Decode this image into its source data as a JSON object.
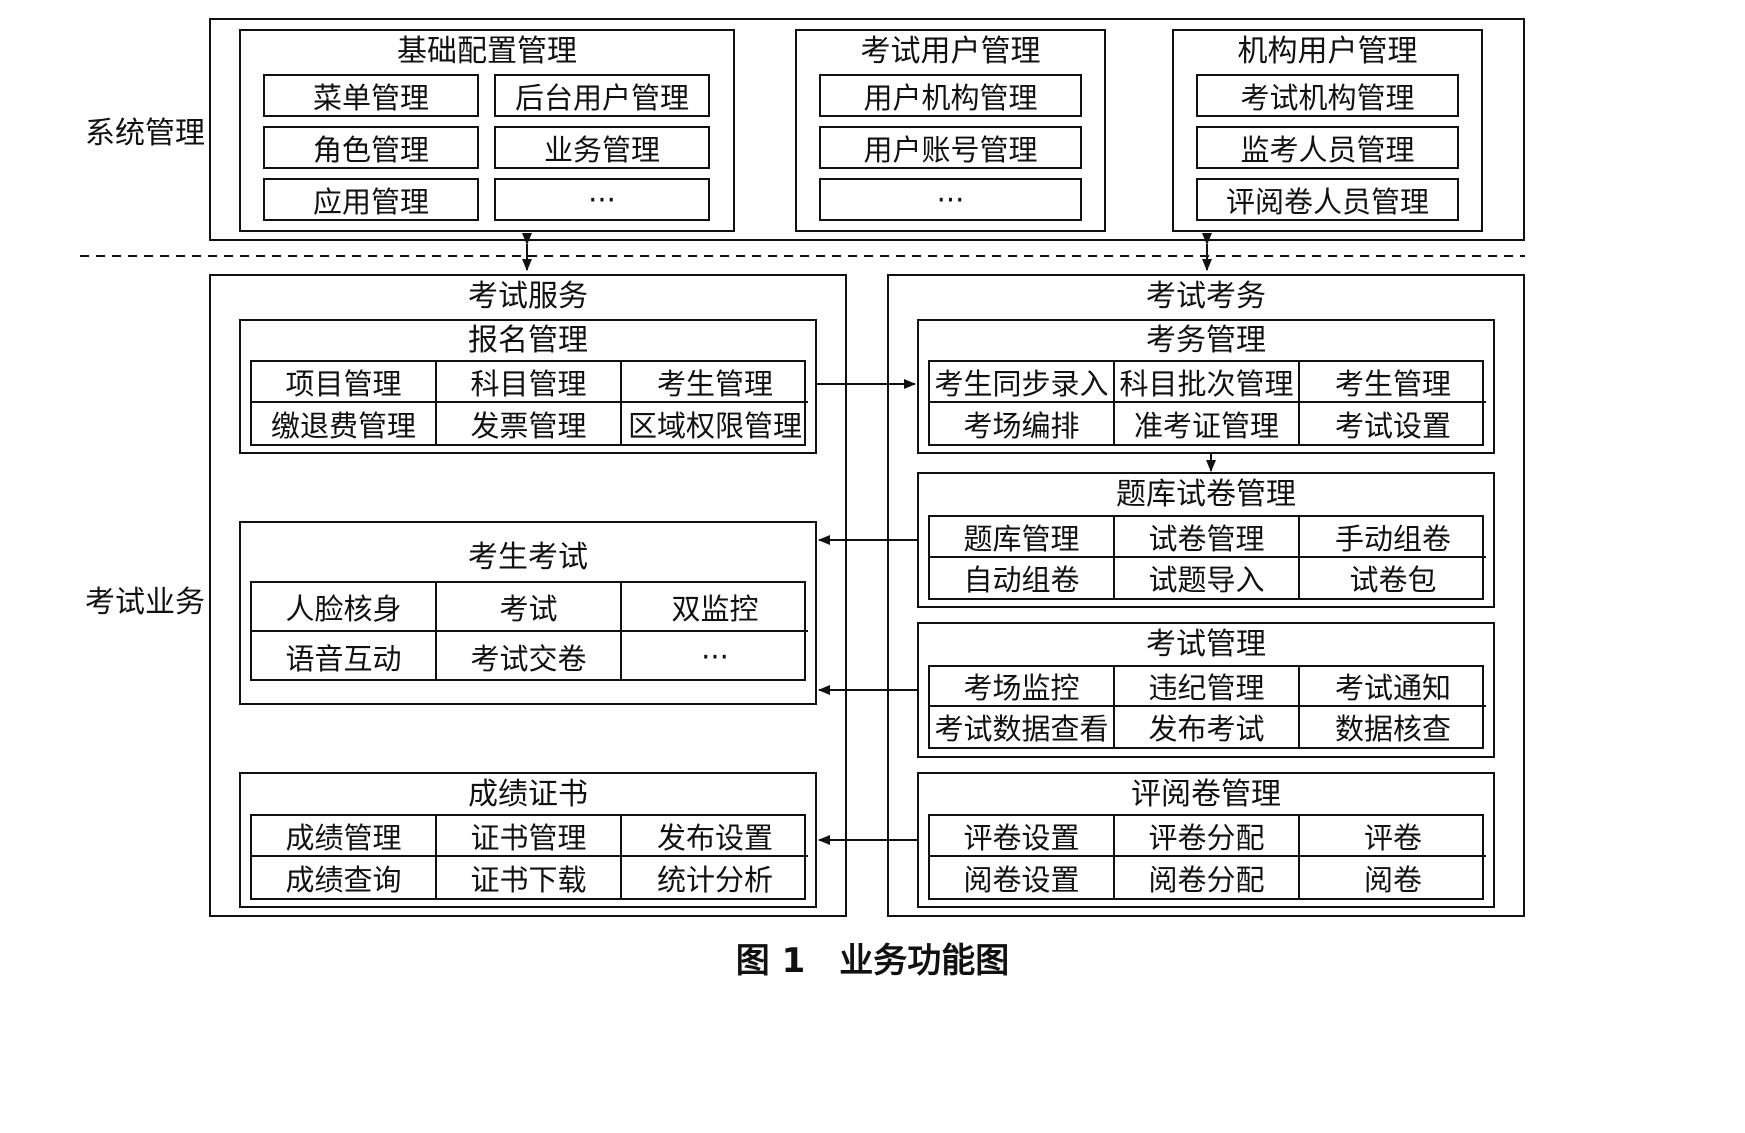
{
  "side_labels": {
    "system": "系统管理",
    "exam": "考试业务"
  },
  "basic_config": {
    "title": "基础配置管理",
    "items": [
      "菜单管理",
      "后台用户管理",
      "角色管理",
      "业务管理",
      "应用管理",
      "···"
    ]
  },
  "exam_users": {
    "title": "考试用户管理",
    "items": [
      "用户机构管理",
      "用户账号管理",
      "···"
    ]
  },
  "org_users": {
    "title": "机构用户管理",
    "items": [
      "考试机构管理",
      "监考人员管理",
      "评阅卷人员管理"
    ]
  },
  "exam_service": {
    "title": "考试服务",
    "registration": {
      "title": "报名管理",
      "cells": [
        [
          "项目管理",
          "科目管理",
          "考生管理"
        ],
        [
          "缴退费管理",
          "发票管理",
          "区域权限管理"
        ]
      ]
    },
    "candidate_exam": {
      "title": "考生考试",
      "cells": [
        [
          "人脸核身",
          "考试",
          "双监控"
        ],
        [
          "语音互动",
          "考试交卷",
          "···"
        ]
      ]
    },
    "score_cert": {
      "title": "成绩证书",
      "cells": [
        [
          "成绩管理",
          "证书管理",
          "发布设置"
        ],
        [
          "成绩查询",
          "证书下载",
          "统计分析"
        ]
      ]
    }
  },
  "exam_affairs": {
    "title": "考试考务",
    "affairs_mgmt": {
      "title": "考务管理",
      "cells": [
        [
          "考生同步录入",
          "科目批次管理",
          "考生管理"
        ],
        [
          "考场编排",
          "准考证管理",
          "考试设置"
        ]
      ]
    },
    "question_bank": {
      "title": "题库试卷管理",
      "cells": [
        [
          "题库管理",
          "试卷管理",
          "手动组卷"
        ],
        [
          "自动组卷",
          "试题导入",
          "试卷包"
        ]
      ]
    },
    "exam_mgmt": {
      "title": "考试管理",
      "cells": [
        [
          "考场监控",
          "违纪管理",
          "考试通知"
        ],
        [
          "考试数据查看",
          "发布考试",
          "数据核查"
        ]
      ]
    },
    "grading": {
      "title": "评阅卷管理",
      "cells": [
        [
          "评卷设置",
          "评卷分配",
          "评卷"
        ],
        [
          "阅卷设置",
          "阅卷分配",
          "阅卷"
        ]
      ]
    }
  },
  "caption": "图 1　业务功能图"
}
